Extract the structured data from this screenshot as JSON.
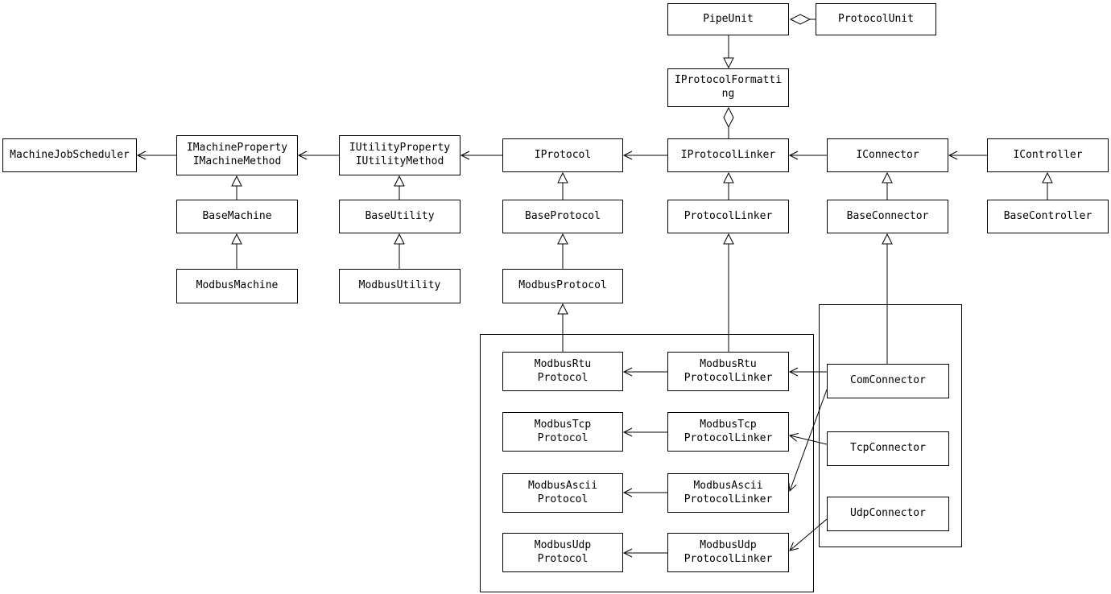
{
  "diagram": {
    "type": "uml-class-diagram",
    "colors": {
      "background": "#ffffff",
      "line": "#000000",
      "box_border": "#000000",
      "box_fill": "#ffffff",
      "text": "#000000"
    },
    "nodes": {
      "pipe_unit": {
        "label": "PipeUnit"
      },
      "protocol_unit": {
        "label": "ProtocolUnit"
      },
      "iprotocol_formatting": {
        "label": "IProtocolFormatti\nng"
      },
      "machine_job_scheduler": {
        "label": "MachineJobScheduler"
      },
      "imachine": {
        "label": "IMachineProperty\nIMachineMethod"
      },
      "iutility": {
        "label": "IUtilityProperty\nIUtilityMethod"
      },
      "iprotocol": {
        "label": "IProtocol"
      },
      "iprotocol_linker": {
        "label": "IProtocolLinker"
      },
      "iconnector": {
        "label": "IConnector"
      },
      "icontroller": {
        "label": "IController"
      },
      "base_machine": {
        "label": "BaseMachine"
      },
      "base_utility": {
        "label": "BaseUtility"
      },
      "base_protocol": {
        "label": "BaseProtocol"
      },
      "protocol_linker": {
        "label": "ProtocolLinker"
      },
      "base_connector": {
        "label": "BaseConnector"
      },
      "base_controller": {
        "label": "BaseController"
      },
      "modbus_machine": {
        "label": "ModbusMachine"
      },
      "modbus_utility": {
        "label": "ModbusUtility"
      },
      "modbus_protocol": {
        "label": "ModbusProtocol"
      },
      "modbus_rtu_protocol": {
        "label": "ModbusRtu\nProtocol"
      },
      "modbus_rtu_protocol_linker": {
        "label": "ModbusRtu\nProtocolLinker"
      },
      "modbus_tcp_protocol": {
        "label": "ModbusTcp\nProtocol"
      },
      "modbus_tcp_protocol_linker": {
        "label": "ModbusTcp\nProtocolLinker"
      },
      "modbus_ascii_protocol": {
        "label": "ModbusAscii\nProtocol"
      },
      "modbus_ascii_protocol_linker": {
        "label": "ModbusAscii\nProtocolLinker"
      },
      "modbus_udp_protocol": {
        "label": "ModbusUdp\nProtocol"
      },
      "modbus_udp_protocol_linker": {
        "label": "ModbusUdp\nProtocolLinker"
      },
      "com_connector": {
        "label": "ComConnector"
      },
      "tcp_connector": {
        "label": "TcpConnector"
      },
      "udp_connector": {
        "label": "UdpConnector"
      }
    }
  }
}
